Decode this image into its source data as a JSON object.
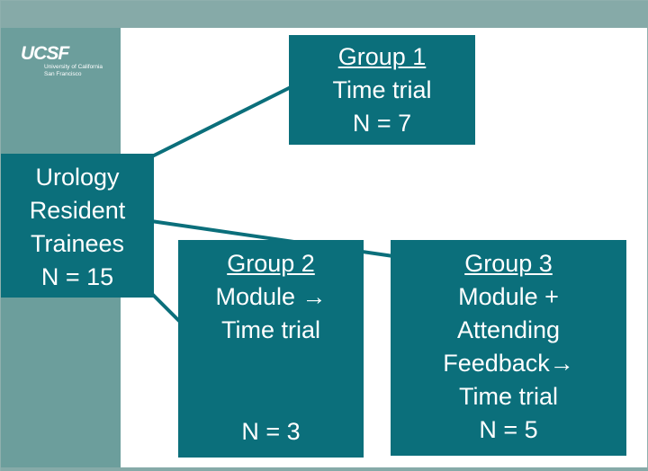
{
  "logo": {
    "mark": "UCSF",
    "line1": "University of California",
    "line2": "San Francisco"
  },
  "colors": {
    "box_fill": "#0b6f7b",
    "side_band": "#6c9e9c",
    "top_band": "#86aaa8",
    "text": "#ffffff"
  },
  "source": {
    "line1": "Urology",
    "line2": "Resident",
    "line3": "Trainees",
    "n": "N = 15"
  },
  "group1": {
    "title": "Group 1",
    "line1": "Time trial",
    "n": "N = 7"
  },
  "group2": {
    "title": "Group 2",
    "line1": "Module →",
    "line2": "Time trial",
    "n": "N = 3"
  },
  "group3": {
    "title": "Group 3",
    "line1": "Module +",
    "line2": "Attending",
    "line3": "Feedback→",
    "line4": "Time trial",
    "n": "N = 5"
  }
}
